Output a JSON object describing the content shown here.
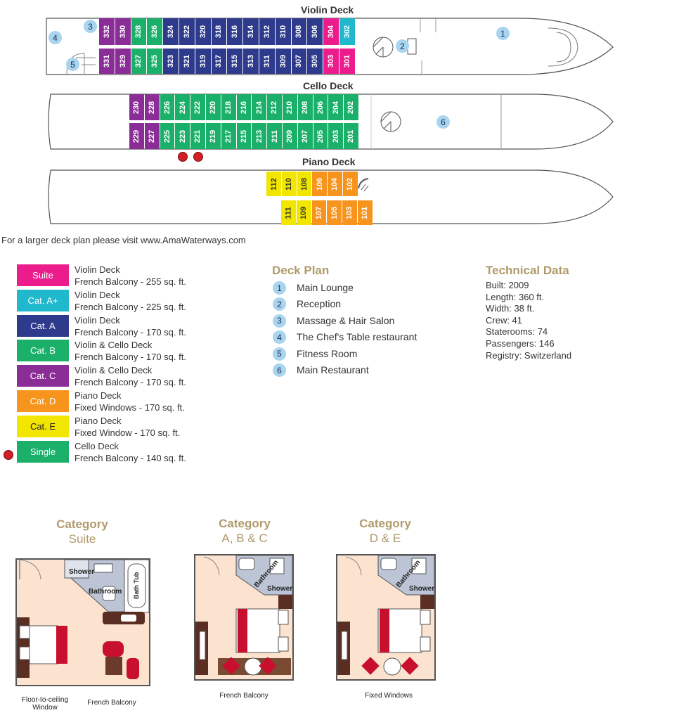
{
  "decks": {
    "violin": {
      "title": "Violin Deck",
      "upper": [
        {
          "n": "332",
          "c": "c"
        },
        {
          "n": "330",
          "c": "c"
        },
        {
          "n": "328",
          "c": "b"
        },
        {
          "n": "326",
          "c": "b"
        },
        {
          "n": "324",
          "c": "a"
        },
        {
          "n": "322",
          "c": "a"
        },
        {
          "n": "320",
          "c": "a"
        },
        {
          "n": "318",
          "c": "a"
        },
        {
          "n": "316",
          "c": "a"
        },
        {
          "n": "314",
          "c": "a"
        },
        {
          "n": "312",
          "c": "a"
        },
        {
          "n": "310",
          "c": "a"
        },
        {
          "n": "308",
          "c": "a"
        },
        {
          "n": "306",
          "c": "a"
        },
        {
          "n": "304",
          "c": "suite"
        },
        {
          "n": "302",
          "c": "aplus"
        }
      ],
      "lower": [
        {
          "n": "331",
          "c": "c"
        },
        {
          "n": "329",
          "c": "c"
        },
        {
          "n": "327",
          "c": "b"
        },
        {
          "n": "325",
          "c": "b"
        },
        {
          "n": "323",
          "c": "a"
        },
        {
          "n": "321",
          "c": "a"
        },
        {
          "n": "319",
          "c": "a"
        },
        {
          "n": "317",
          "c": "a"
        },
        {
          "n": "315",
          "c": "a"
        },
        {
          "n": "313",
          "c": "a"
        },
        {
          "n": "311",
          "c": "a"
        },
        {
          "n": "309",
          "c": "a"
        },
        {
          "n": "307",
          "c": "a"
        },
        {
          "n": "305",
          "c": "a"
        },
        {
          "n": "303",
          "c": "suite"
        },
        {
          "n": "301",
          "c": "suite"
        }
      ],
      "markers": [
        "3",
        "4",
        "5",
        "2",
        "1"
      ]
    },
    "cello": {
      "title": "Cello Deck",
      "upper": [
        {
          "n": "230",
          "c": "c"
        },
        {
          "n": "228",
          "c": "c"
        },
        {
          "n": "226",
          "c": "b"
        },
        {
          "n": "224",
          "c": "b"
        },
        {
          "n": "222",
          "c": "b"
        },
        {
          "n": "220",
          "c": "b"
        },
        {
          "n": "218",
          "c": "b"
        },
        {
          "n": "216",
          "c": "b"
        },
        {
          "n": "214",
          "c": "b"
        },
        {
          "n": "212",
          "c": "b"
        },
        {
          "n": "210",
          "c": "b"
        },
        {
          "n": "208",
          "c": "b"
        },
        {
          "n": "206",
          "c": "b"
        },
        {
          "n": "204",
          "c": "b"
        },
        {
          "n": "202",
          "c": "b"
        }
      ],
      "lower": [
        {
          "n": "229",
          "c": "c"
        },
        {
          "n": "227",
          "c": "c"
        },
        {
          "n": "225",
          "c": "b"
        },
        {
          "n": "223",
          "c": "b"
        },
        {
          "n": "221",
          "c": "b"
        },
        {
          "n": "219",
          "c": "b"
        },
        {
          "n": "217",
          "c": "b"
        },
        {
          "n": "215",
          "c": "b"
        },
        {
          "n": "213",
          "c": "b"
        },
        {
          "n": "211",
          "c": "b"
        },
        {
          "n": "209",
          "c": "b"
        },
        {
          "n": "207",
          "c": "b"
        },
        {
          "n": "205",
          "c": "b"
        },
        {
          "n": "203",
          "c": "b"
        },
        {
          "n": "201",
          "c": "b"
        }
      ],
      "markers": [
        "6"
      ]
    },
    "piano": {
      "title": "Piano Deck",
      "upper": [
        {
          "n": "112",
          "c": "e"
        },
        {
          "n": "110",
          "c": "e"
        },
        {
          "n": "108",
          "c": "e"
        },
        {
          "n": "106",
          "c": "d"
        },
        {
          "n": "104",
          "c": "d"
        },
        {
          "n": "102",
          "c": "d"
        }
      ],
      "lower": [
        {
          "n": "111",
          "c": "e"
        },
        {
          "n": "109",
          "c": "e"
        },
        {
          "n": "107",
          "c": "d"
        },
        {
          "n": "105",
          "c": "d"
        },
        {
          "n": "103",
          "c": "d"
        },
        {
          "n": "101",
          "c": "d"
        }
      ]
    }
  },
  "colors": {
    "suite": "#ec1c8c",
    "aplus": "#1fb8cc",
    "a": "#2e3a8c",
    "b": "#1ab06a",
    "c": "#8a2d96",
    "d": "#f7941d",
    "e": "#f2e600",
    "single_dot": "#d21f26"
  },
  "note": "For a larger deck plan please visit www.AmaWaterways.com",
  "legend": [
    {
      "label": "Suite",
      "c": "suite",
      "l1": "Violin Deck",
      "l2": "French Balcony - 255 sq. ft."
    },
    {
      "label": "Cat. A+",
      "c": "aplus",
      "l1": "Violin Deck",
      "l2": "French Balcony - 225 sq. ft."
    },
    {
      "label": "Cat. A",
      "c": "a",
      "l1": "Violin Deck",
      "l2": "French Balcony - 170 sq. ft."
    },
    {
      "label": "Cat. B",
      "c": "b",
      "l1": "Violin & Cello Deck",
      "l2": "French Balcony - 170 sq. ft."
    },
    {
      "label": "Cat. C",
      "c": "c",
      "l1": "Violin & Cello Deck",
      "l2": "French Balcony - 170 sq. ft."
    },
    {
      "label": "Cat. D",
      "c": "d",
      "l1": "Piano Deck",
      "l2": "Fixed Windows - 170 sq. ft."
    },
    {
      "label": "Cat. E",
      "c": "e",
      "l1": "Piano Deck",
      "l2": "Fixed Window - 170 sq. ft."
    },
    {
      "label": "Single",
      "c": "b",
      "l1": "Cello Deck",
      "l2": "French Balcony - 140 sq. ft."
    }
  ],
  "deck_plan": {
    "title": "Deck Plan",
    "items": [
      {
        "n": "1",
        "label": "Main Lounge"
      },
      {
        "n": "2",
        "label": "Reception"
      },
      {
        "n": "3",
        "label": "Massage & Hair Salon"
      },
      {
        "n": "4",
        "label": "The Chef's Table restaurant"
      },
      {
        "n": "5",
        "label": "Fitness Room"
      },
      {
        "n": "6",
        "label": "Main Restaurant"
      }
    ]
  },
  "technical": {
    "title": "Technical Data",
    "lines": [
      "Built:  2009",
      "Length: 360 ft.",
      "Width: 38 ft.",
      "Crew: 41",
      "Staterooms: 74",
      "Passengers: 146",
      "Registry: Switzerland"
    ]
  },
  "categories": [
    {
      "word": "Category",
      "name": "Suite"
    },
    {
      "word": "Category",
      "name": "A, B & C"
    },
    {
      "word": "Category",
      "name": "D & E"
    }
  ],
  "floorplans": {
    "suite": {
      "shower": "Shower",
      "bathroom": "Bathroom",
      "tub": "Bath Tub",
      "label1": "Floor-to-ceiling Window",
      "label2": "French Balcony"
    },
    "abc": {
      "bathroom": "Bathroom",
      "shower": "Shower",
      "label": "French Balcony"
    },
    "de": {
      "bathroom": "Bathroom",
      "shower": "Shower",
      "label": "Fixed Windows"
    }
  }
}
